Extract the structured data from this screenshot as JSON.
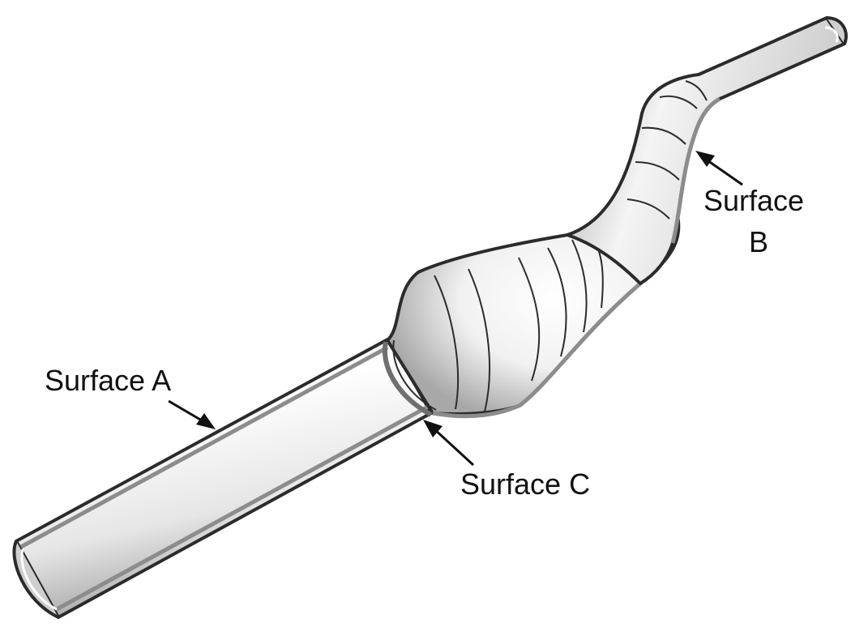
{
  "labels": {
    "surface_a": "Surface A",
    "surface_b_line1": "Surface",
    "surface_b_line2": "B",
    "surface_c": "Surface C"
  },
  "colors": {
    "outline": "#2b2b2b",
    "rim": "#8c8c8c",
    "highlight": "#ffffff",
    "shadow": "#a9a9a9",
    "text": "#111111"
  }
}
